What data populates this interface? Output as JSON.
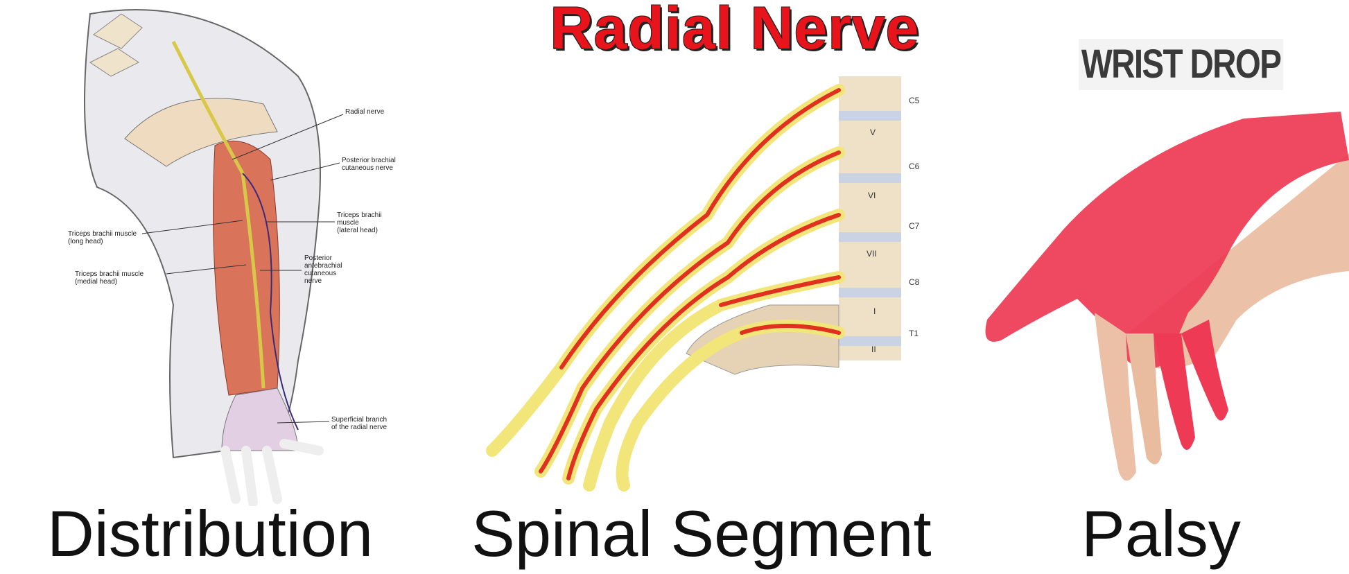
{
  "title": "Radial Nerve",
  "wrist_drop": "WRIST DROP",
  "captions": {
    "distribution": "Distribution",
    "spinal": "Spinal Segment",
    "palsy": "Palsy"
  },
  "arm_labels": {
    "radial_nerve": "Radial nerve",
    "post_brachial": "Posterior brachial\ncutaneous nerve",
    "lateral_head": "Triceps brachii\nmuscle\n(lateral head)",
    "long_head": "Triceps brachii muscle\n(long head)",
    "medial_head": "Triceps brachii muscle\n(medial head)",
    "post_antebrachial": "Posterior\nantebrachial\ncutaneous\nnerve",
    "superficial": "Superficial branch\nof the radial nerve"
  },
  "spinal_levels": [
    "C5",
    "C6",
    "C7",
    "C8",
    "T1"
  ],
  "vertebrae": [
    "V",
    "VI",
    "VII",
    "I",
    "II"
  ],
  "colors": {
    "title": "#e8141c",
    "nerve": "#f2e57a",
    "nerve_core": "#e0301e",
    "muscle": "#d9745a",
    "palsy": "#ee3a55"
  }
}
